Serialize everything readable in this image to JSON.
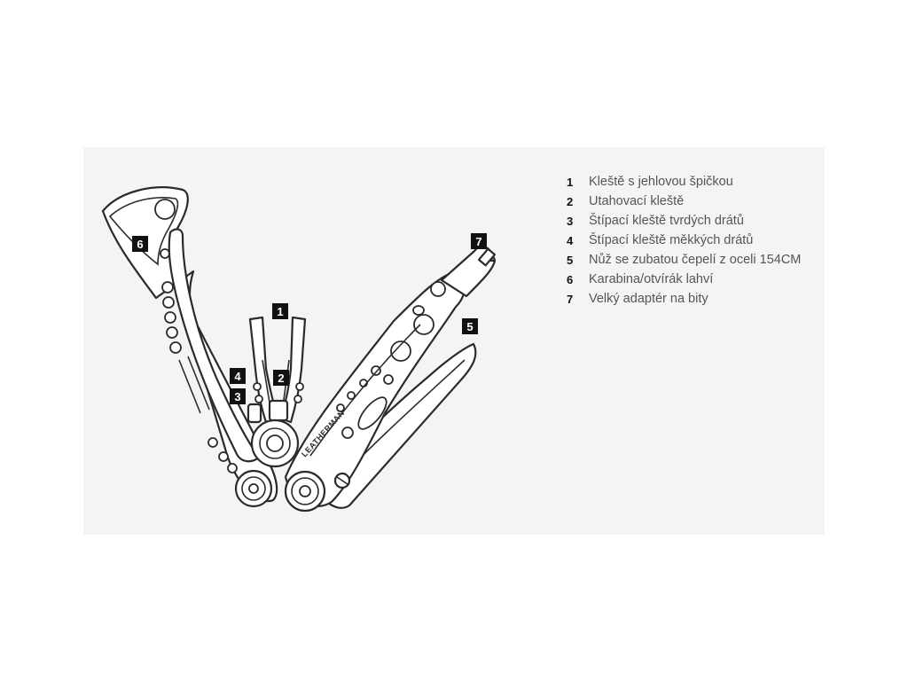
{
  "diagram": {
    "engraving": "LEATHERMAN",
    "callouts": [
      {
        "id": "1",
        "label": "Kleště s jehlovou špičkou"
      },
      {
        "id": "2",
        "label": "Utahovací kleště"
      },
      {
        "id": "3",
        "label": "Štípací kleště tvrdých drátů"
      },
      {
        "id": "4",
        "label": "Štípací kleště měkkých drátů"
      },
      {
        "id": "5",
        "label": "Nůž se zubatou čepelí z oceli 154CM"
      },
      {
        "id": "6",
        "label": "Karabina/otvírák lahví"
      },
      {
        "id": "7",
        "label": "Velký adaptér na bity"
      }
    ]
  },
  "colors": {
    "panel_background": "#f4f4f4",
    "outline": "#2b2b2b",
    "badge": "#111111",
    "legend_text": "#555555"
  }
}
